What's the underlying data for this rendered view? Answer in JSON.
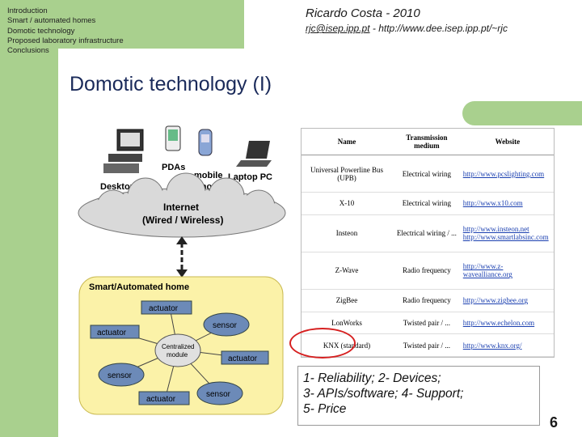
{
  "nav": {
    "items": [
      "Introduction",
      "Smart / automated homes",
      "Domotic technology",
      "Proposed laboratory infrastructure",
      "Conclusions"
    ]
  },
  "header": {
    "author": "Ricardo Costa - 2010",
    "email": "rjc@isep.ipp.pt",
    "url_text": " - http://www.dee.isep.ipp.pt/~rjc"
  },
  "title": "Domotic technology (I)",
  "diagram": {
    "desktop_label": "Desktop PC",
    "pdas_label": "PDAs",
    "mobile_label_1": "mobile",
    "mobile_label_2": "phone",
    "laptop_label": "Laptop PC",
    "cloud_line_1": "Internet",
    "cloud_line_2": "(Wired / Wireless)",
    "home_label": "Smart/Automated home",
    "central_line_1": "Centralized",
    "central_line_2": "module",
    "actuator": "actuator",
    "sensor": "sensor"
  },
  "table": {
    "headers": [
      "Name",
      "Transmission medium",
      "Website"
    ],
    "rows": [
      {
        "name": "Universal Powerline Bus (UPB)",
        "medium": "Electrical wiring",
        "sites": [
          "http://www.pcslighting.com"
        ]
      },
      {
        "name": "X-10",
        "medium": "Electrical wiring",
        "sites": [
          "http://www.x10.com"
        ]
      },
      {
        "name": "Insteon",
        "medium": "Electrical wiring / ...",
        "sites": [
          "http://www.insteon.net",
          "http://www.smartlabsinc.com"
        ]
      },
      {
        "name": "Z-Wave",
        "medium": "Radio frequency",
        "sites": [
          "http://www.z-wavealliance.org"
        ]
      },
      {
        "name": "ZigBee",
        "medium": "Radio frequency",
        "sites": [
          "http://www.zigbee.org"
        ]
      },
      {
        "name": "LonWorks",
        "medium": "Twisted pair / ...",
        "sites": [
          "http://www.echelon.com"
        ]
      },
      {
        "name": "KNX (standard)",
        "medium": "Twisted pair / ...",
        "sites": [
          "http://www.knx.org/"
        ]
      }
    ]
  },
  "notes": {
    "line1": "1- Reliability; 2- Devices;",
    "line2": "3- APIs/software; 4- Support;",
    "line3": "5- Price"
  },
  "page_number": "6",
  "colors": {
    "sidebar_green": "#a9d08e",
    "title_blue": "#1a2a5a",
    "home_bg": "#fbf2a8",
    "node_blue": "#6c8ab8",
    "highlight_red": "#d62020",
    "link_blue": "#1a3fb0"
  }
}
